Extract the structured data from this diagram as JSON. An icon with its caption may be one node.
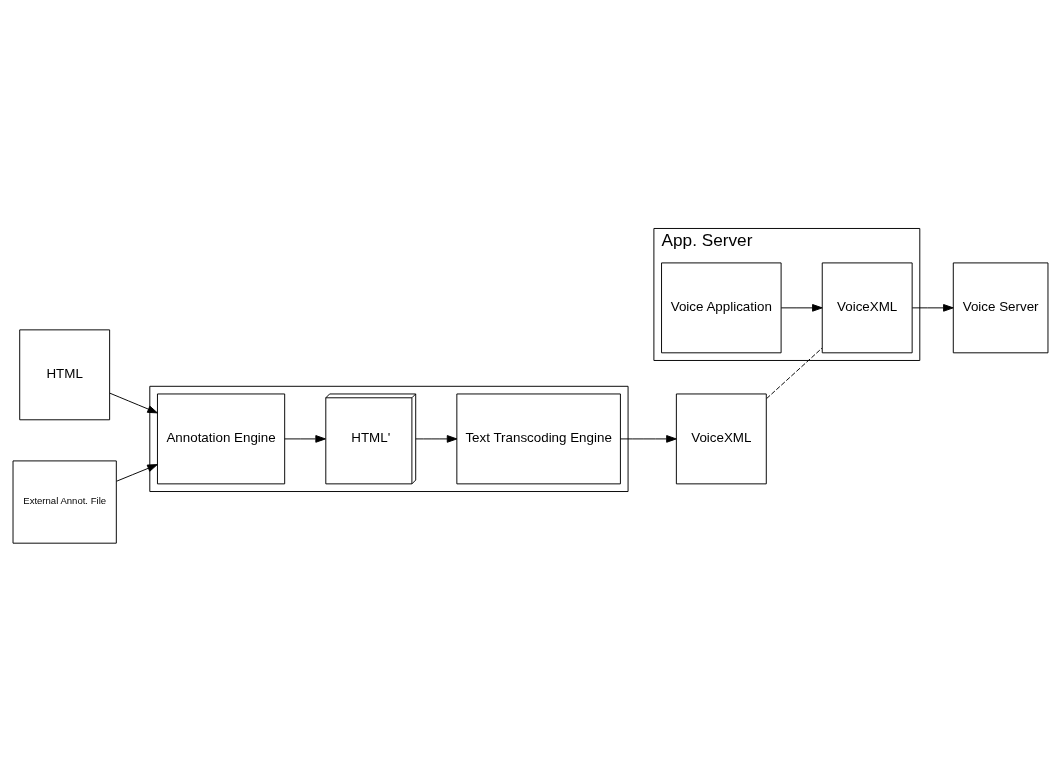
{
  "diagram": {
    "nodes": [
      {
        "text": [],
        "shape": "box"
      },
      {
        "text": [
          "HTML"
        ]
      },
      {
        "text": [
          "Annotation Engine"
        ],
        "in": 0
      },
      {
        "text": [
          "HTML'"
        ],
        "in": 0
      },
      {
        "text": [
          "Text Transcoding Engine"
        ],
        "in": 0
      },
      {
        "text": [
          "External Annot. File"
        ]
      },
      {
        "text": [
          "VoiceXML"
        ]
      },
      {
        "text": [
          "App. Server"
        ]
      },
      {
        "text": [
          "Voice Application"
        ],
        "in": 7
      },
      {
        "text": [
          "VoiceXML"
        ],
        "in": 7
      },
      {
        "text": [
          "Voice Server"
        ]
      }
    ],
    "edges": [
      {
        "from": 1,
        "to": 2,
        "arrow": "to"
      },
      {
        "from": 2,
        "to": 3,
        "arrow": "to"
      },
      {
        "from": 3,
        "to": 4,
        "arrow": "to"
      },
      {
        "from": 5,
        "to": 2,
        "arrow": "to"
      },
      {
        "from": 4,
        "to": 6,
        "arrow": "to"
      },
      {
        "from": 6,
        "to": 9,
        "arrow": "none",
        "style": "dashed"
      },
      {
        "from": 8,
        "to": 9,
        "arrow": "to"
      },
      {
        "from": 9,
        "to": 10,
        "arrow": "to"
      }
    ]
  }
}
